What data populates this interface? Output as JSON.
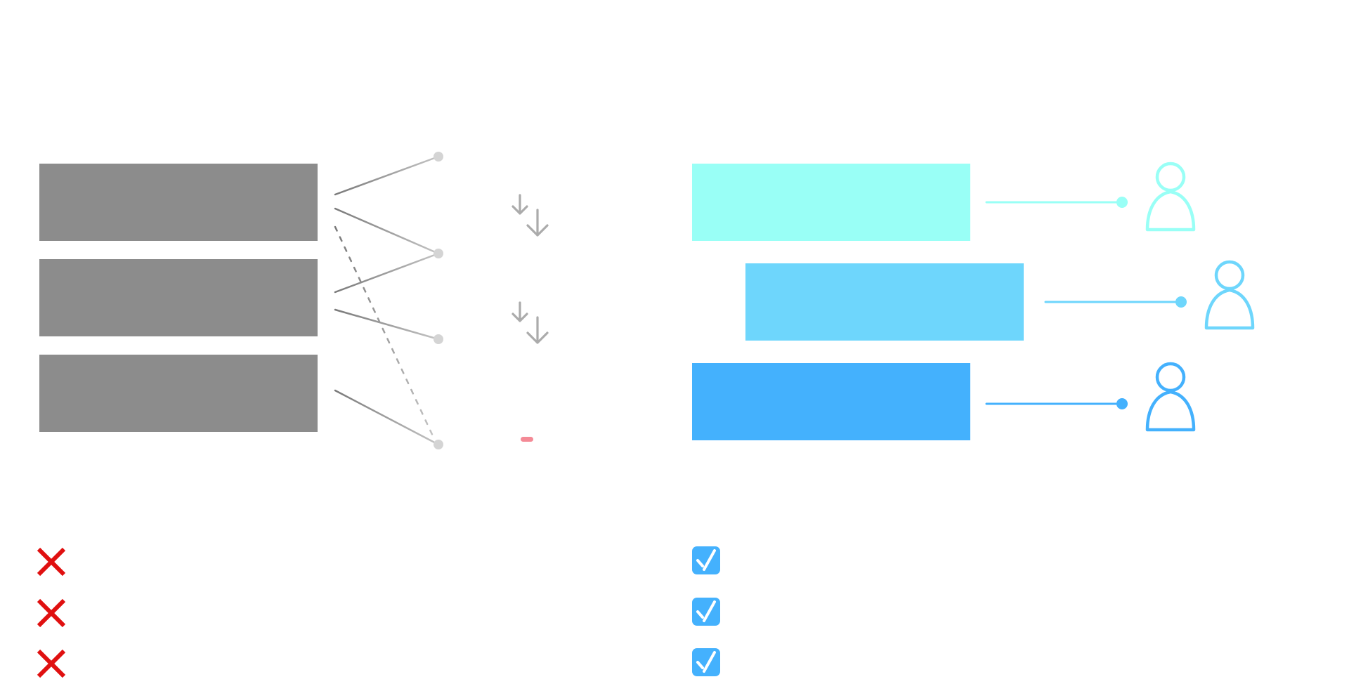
{
  "colors": {
    "gray_block": "#8c8c8c",
    "gray_line_dark": "#7a7a7a",
    "gray_line_light": "#c4c4c4",
    "gray_node": "#d4d4d4",
    "gray_arrow": "#ababab",
    "pink_mark": "#f48a96",
    "tier_1": "#99fff6",
    "tier_2": "#6ed6fc",
    "tier_3": "#44b1fd",
    "cross_red": "#e01010",
    "check_blue": "#44b1fd",
    "check_mark": "#ffffff"
  },
  "left_panel": {
    "blocks": 3,
    "nodes": 4,
    "arrow_groups": 2,
    "indicator_icon": "cross-icon",
    "indicator_count": 3
  },
  "right_panel": {
    "tiers": [
      "tier_1",
      "tier_2",
      "tier_3"
    ],
    "tier_icon": "person-icon",
    "indicator_icon": "checkbox-checked-icon",
    "indicator_count": 3
  }
}
